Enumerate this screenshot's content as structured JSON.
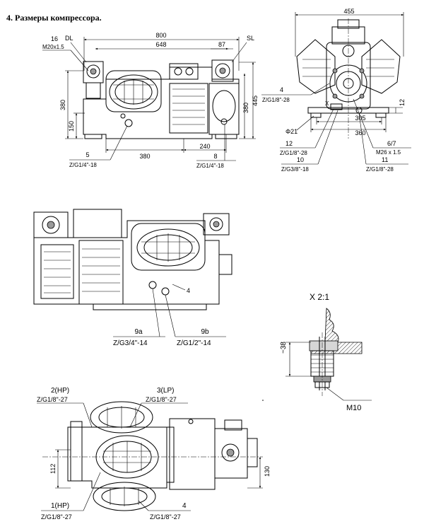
{
  "title": "4. Размеры компрессора.",
  "side_view": {
    "overall_width": "800",
    "inner_width": "648",
    "dim_87": "87",
    "dim_380_width": "380",
    "dim_240": "240",
    "height_380": "380",
    "height_150": "150",
    "height_380_right": "380",
    "height_445": "445",
    "label_dl": "DL",
    "label_sl": "SL",
    "conn_16": "16",
    "conn_16_thread": "M20x1.5",
    "conn_5": "5",
    "conn_5_thread": "Z/G1/4\"-18",
    "conn_8": "8",
    "conn_8_thread": "Z/G1/4\"-18"
  },
  "end_view": {
    "width_455": "455",
    "dim_305": "305",
    "dim_360": "360",
    "dim_12": "12",
    "dia_21": "Φ21",
    "label_x": "X",
    "conn_4": "4",
    "conn_4_thread": "Z/G1/8\"-28",
    "conn_12": "12",
    "conn_12_thread": "Z/G1/8\"-28",
    "conn_10": "10",
    "conn_10_thread": "Z/G3/8\"-18",
    "conn_67": "6/7",
    "conn_67_thread": "M26 x 1.5",
    "conn_11": "11",
    "conn_11_thread": "Z/G1/8\"-28"
  },
  "rear_view": {
    "conn_4": "4",
    "conn_9a": "9a",
    "conn_9a_thread": "Z/G3/4\"-14",
    "conn_9b": "9b",
    "conn_9b_thread": "Z/G1/2\"-14"
  },
  "detail_x": {
    "title": "X 2:1",
    "dim_38": "~38",
    "bolt": "M10"
  },
  "top_view": {
    "conn_2hp": "2(HP)",
    "conn_2hp_thread": "Z/G1/8\"-27",
    "conn_3lp": "3(LP)",
    "conn_3lp_thread": "Z/G1/8\"-27",
    "conn_1hp": "1(HP)",
    "conn_1hp_thread": "Z/G1/8\"-27",
    "conn_4": "4",
    "conn_4_thread": "Z/G1/8\"-27",
    "dim_112": "112",
    "dim_130": "130"
  }
}
